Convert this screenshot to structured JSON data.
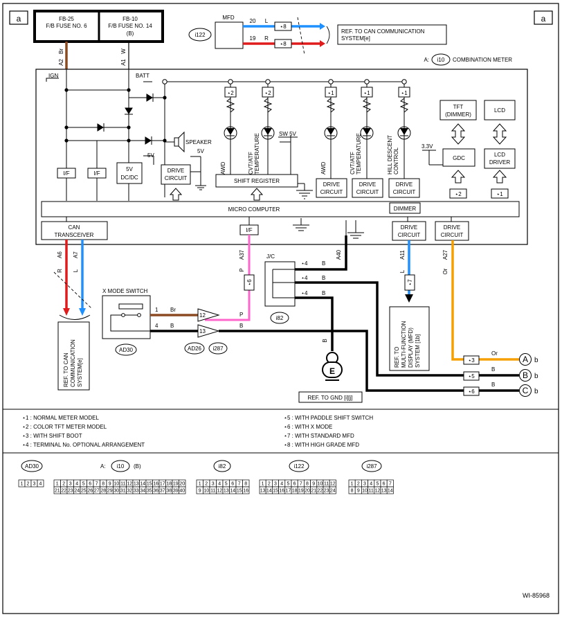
{
  "corner_label": "a",
  "fuses": [
    {
      "id": "FB-25",
      "name": "F/B FUSE NO. 6",
      "note": "",
      "wire_color": "Br",
      "pin": "A2"
    },
    {
      "id": "FB-10",
      "name": "F/B FUSE NO. 14",
      "note": "(B)",
      "wire_color": "W",
      "pin": "A1"
    }
  ],
  "mfd": {
    "label": "MFD",
    "connector": "i122",
    "wires": [
      {
        "pin": "20",
        "color": "L",
        "note": "⋆8"
      },
      {
        "pin": "19",
        "color": "R",
        "note": "⋆8"
      }
    ],
    "ref": [
      "REF. TO CAN COMMUNICATION",
      "SYSTEM[e]"
    ]
  },
  "meter": {
    "connector_prefix": "A:",
    "connector": "i10",
    "label": "COMBINATION METER"
  },
  "labels": {
    "ign": "IGN",
    "batt": "BATT",
    "speaker": "SPEAKER",
    "v5": "5V",
    "v33": "3.3V",
    "sw5v": "SW 5V",
    "if": "I/F",
    "dcdc1": "5V",
    "dcdc2": "DC/DC",
    "drive1": "DRIVE",
    "drive2": "CIRCUIT",
    "shift_register": "SHIFT REGISTER",
    "micro_computer": "MICRO COMPUTER",
    "dimmer": "DIMMER",
    "can1": "CAN",
    "can2": "TRANSCEIVER",
    "tft1": "TFT",
    "tft2": "(DIMMER)",
    "lcd": "LCD",
    "gdc": "GDC",
    "lcd_driver1": "LCD",
    "lcd_driver2": "DRIVER",
    "awd": "AWD",
    "cvt1": "CVT/ATF",
    "cvt2": "TEMPERATURE",
    "hill1": "HILL DESCENT",
    "hill2": "CONTROL",
    "note1": "⋆1",
    "note2": "⋆2",
    "note3": "⋆3",
    "note4": "⋆4",
    "note5": "⋆5",
    "note6": "⋆6",
    "note7": "⋆7",
    "note8": "⋆8"
  },
  "can_wires": [
    {
      "pin": "A6",
      "color": "R"
    },
    {
      "pin": "A7",
      "color": "L"
    }
  ],
  "can_ref": [
    "REF. TO CAN",
    "COMMUNICATION",
    "SYSTEM[e]"
  ],
  "if_wire": {
    "pin": "A37",
    "color": "P"
  },
  "jc": {
    "label": "J/C",
    "connector": "i82",
    "pin": "A40",
    "color": "B"
  },
  "mfd_wire": {
    "pin": "A11",
    "color": "L"
  },
  "mfd_ref": [
    "REF. TO",
    "MULTI-FUNCTION",
    "DISPLAY (MFD)",
    "SYSTEM [1b]"
  ],
  "dimmer_wire": {
    "pin": "A27",
    "color": "Or"
  },
  "xmode": {
    "label": "X MODE SWITCH",
    "connector": "AD30",
    "pin1": "1",
    "pin1_color": "Br",
    "pin4": "4",
    "pin4_color": "B"
  },
  "ad26": {
    "connector1": "AD26",
    "connector2": "i287",
    "pin_a": "12",
    "pin_b": "13",
    "color_p": "P",
    "color_b": "B"
  },
  "gnd": {
    "label": "E",
    "color": "B",
    "ref": "REF. TO GND [i][j]"
  },
  "outputs": [
    {
      "letter": "A",
      "note": "⋆3",
      "color": "Or",
      "suffix": "b"
    },
    {
      "letter": "B",
      "note": "⋆5",
      "color": "B",
      "suffix": "b"
    },
    {
      "letter": "C",
      "note": "⋆6",
      "color": "B",
      "suffix": "b"
    }
  ],
  "notes_left": [
    "⋆1  : NORMAL METER MODEL",
    "⋆2  : COLOR TFT METER MODEL",
    "⋆3  : WITH SHIFT BOOT",
    "⋆4  : TERMINAL No. OPTIONAL ARRANGEMENT"
  ],
  "notes_right": [
    "⋆5  : WITH PADDLE SHIFT SWITCH",
    "⋆6  : WITH X MODE",
    "⋆7  : WITH STANDARD MFD",
    "⋆8  : WITH HIGH GRADE MFD"
  ],
  "connectors": [
    {
      "id": "AD30",
      "prefix": "",
      "suffix": "",
      "row1": [
        "1",
        "2",
        "3",
        "4"
      ],
      "row2": []
    },
    {
      "id": "i10",
      "prefix": "A:",
      "suffix": "(B)",
      "row1": [
        "1",
        "2",
        "3",
        "4",
        "5",
        "6",
        "7",
        "8",
        "9",
        "10",
        "11",
        "12",
        "13",
        "14",
        "15",
        "16",
        "17",
        "18",
        "19",
        "20"
      ],
      "row2": [
        "21",
        "22",
        "23",
        "24",
        "25",
        "26",
        "27",
        "28",
        "29",
        "30",
        "31",
        "32",
        "33",
        "34",
        "35",
        "36",
        "37",
        "38",
        "39",
        "40"
      ]
    },
    {
      "id": "i82",
      "prefix": "",
      "suffix": "",
      "row1": [
        "1",
        "2",
        "3",
        "4",
        "5",
        "6",
        "7",
        "8"
      ],
      "row2": [
        "9",
        "10",
        "11",
        "12",
        "13",
        "14",
        "15",
        "16"
      ]
    },
    {
      "id": "i122",
      "prefix": "",
      "suffix": "",
      "row1": [
        "1",
        "2",
        "3",
        "4",
        "5",
        "6",
        "7",
        "8",
        "9",
        "10",
        "11",
        "12"
      ],
      "row2": [
        "13",
        "14",
        "15",
        "16",
        "17",
        "18",
        "19",
        "20",
        "21",
        "22",
        "23",
        "24"
      ]
    },
    {
      "id": "i287",
      "prefix": "",
      "suffix": "",
      "row1": [
        "1",
        "2",
        "3",
        "4",
        "5",
        "6",
        "7"
      ],
      "row2": [
        "8",
        "9",
        "10",
        "11",
        "12",
        "13",
        "14"
      ]
    }
  ],
  "colors": {
    "Br": "#8b4a22",
    "L": "#1e90ff",
    "R": "#e01b1b",
    "P": "#ff66cc",
    "B": "#000000",
    "Or": "#f5a000"
  },
  "figure_id": "WI-85968"
}
